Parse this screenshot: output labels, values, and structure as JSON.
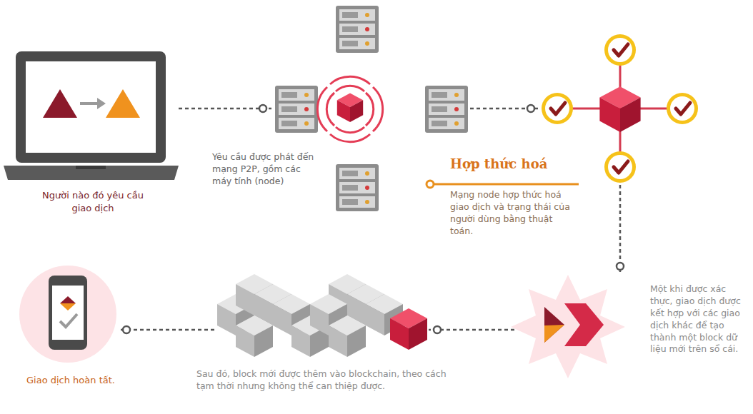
{
  "diagram": {
    "nodes": [
      {
        "text": [
          "Người nào đó yêu cầu giao dịch"
        ]
      },
      {
        "text": [
          "Yêu cầu được phát đến mạng P2P, gồm các máy tính (node)"
        ]
      },
      {
        "text": [
          "Hợp thức hoá",
          "Mạng node hợp thức hoá giao dịch và trạng thái của người dùng bằng thuật toán."
        ]
      },
      {
        "text": [
          "Một khi được xác thực, giao dịch được kết hợp với các giao dịch khác để tạo thành một block dữ liệu mới trên sổ cái."
        ]
      },
      {
        "text": [
          "Sau đó, block mới được thêm vào blockchain, theo cách tạm thời nhưng không thể can thiệp được."
        ]
      },
      {
        "text": [
          "Giao dịch hoàn tất."
        ]
      }
    ],
    "edges": [
      {
        "from": 0,
        "to": 1,
        "arrow": "none"
      },
      {
        "from": 1,
        "to": 2,
        "arrow": "none"
      },
      {
        "from": 2,
        "to": 3,
        "arrow": "none"
      },
      {
        "from": 3,
        "to": 4,
        "arrow": "none"
      },
      {
        "from": 4,
        "to": 5,
        "arrow": "none"
      }
    ]
  }
}
